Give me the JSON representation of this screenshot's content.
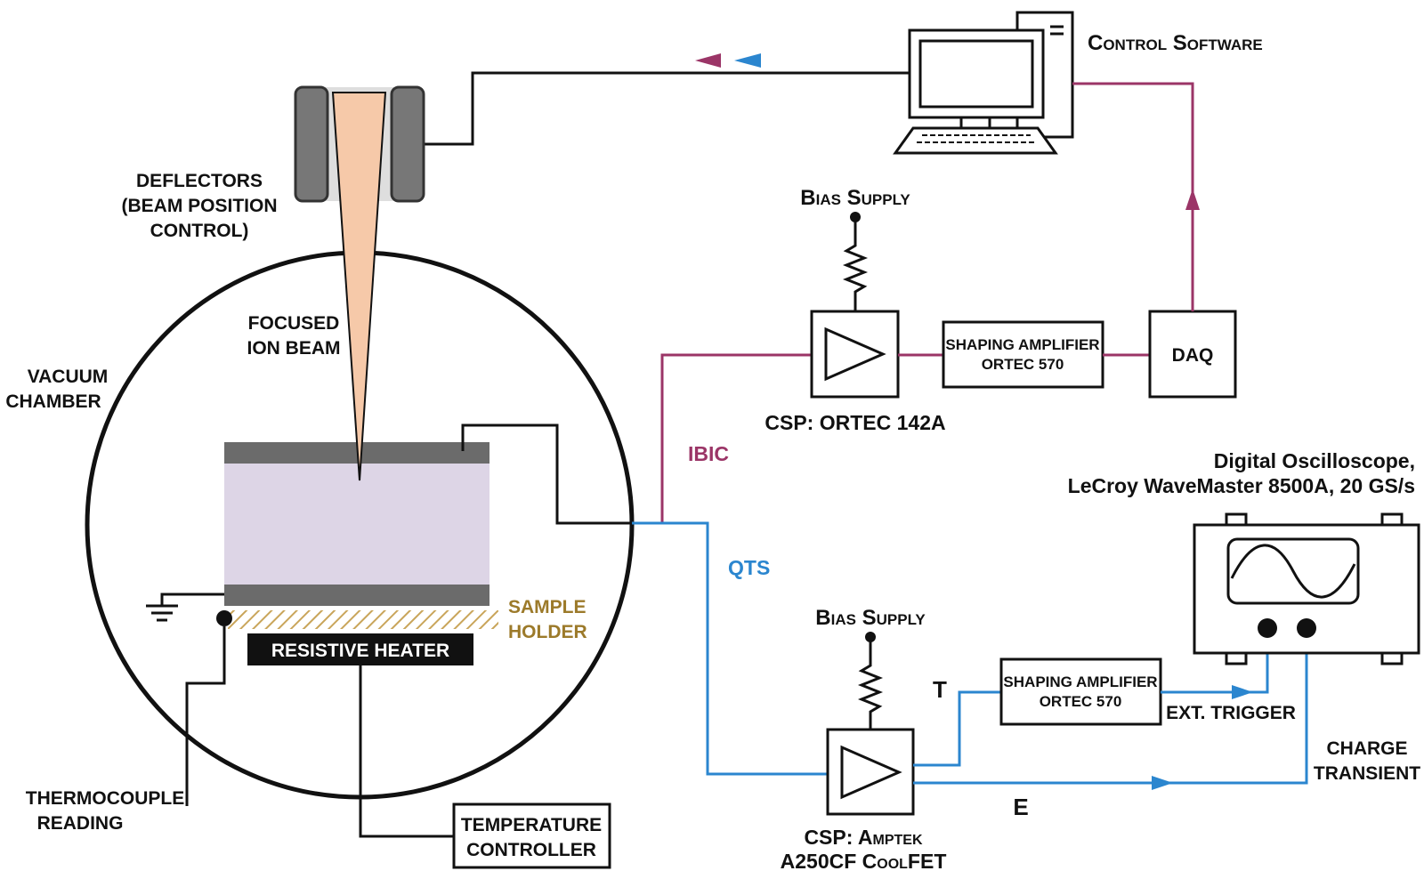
{
  "labels": {
    "control_software": "Control Software",
    "deflectors_line1": "DEFLECTORS",
    "deflectors_line2": "(BEAM POSITION",
    "deflectors_line3": "CONTROL)",
    "focused_line1": "FOCUSED",
    "focused_line2": "ION BEAM",
    "vacuum_line1": "VACUUM",
    "vacuum_line2": "CHAMBER",
    "sample_line1": "SAMPLE",
    "sample_line2": "HOLDER",
    "resistive_heater": "RESISTIVE HEATER",
    "thermo_line1": "THERMOCOUPLE",
    "thermo_line2": "READING",
    "temp_line1": "TEMPERATURE",
    "temp_line2": "CONTROLLER",
    "bias_supply_top": "Bias Supply",
    "bias_supply_bottom": "Bias Supply",
    "shaping_amp_top_line1": "SHAPING AMPLIFIER",
    "shaping_amp_top_line2": "ORTEC 570",
    "shaping_amp_bottom_line1": "SHAPING AMPLIFIER",
    "shaping_amp_bottom_line2": "ORTEC 570",
    "daq": "DAQ",
    "csp_top": "CSP: ORTEC 142A",
    "ibic": "IBIC",
    "qts": "QTS",
    "scope_line1": "Digital Oscilloscope,",
    "scope_line2": "LeCroy WaveMaster 8500A, 20 GS/s",
    "t_label": "T",
    "e_label": "E",
    "ext_trigger": "EXT. TRIGGER",
    "charge_line1": "CHARGE",
    "charge_line2": "TRANSIENT",
    "csp_bottom_line1": "CSP: Amptek",
    "csp_bottom_line2": "A250CF CoolFET"
  },
  "colors": {
    "ibic_wire": "#9b3567",
    "qts_wire": "#2b86cf",
    "sample_holder_text": "#9c7a2a",
    "beam": "#f6c9a9",
    "sample": "#ddd5e6",
    "electrode": "#6b6b6b"
  },
  "icons": [
    "computer-icon",
    "amplifier-icon",
    "resistor-icon",
    "ground-icon",
    "oscilloscope-icon",
    "arrow-icon"
  ]
}
